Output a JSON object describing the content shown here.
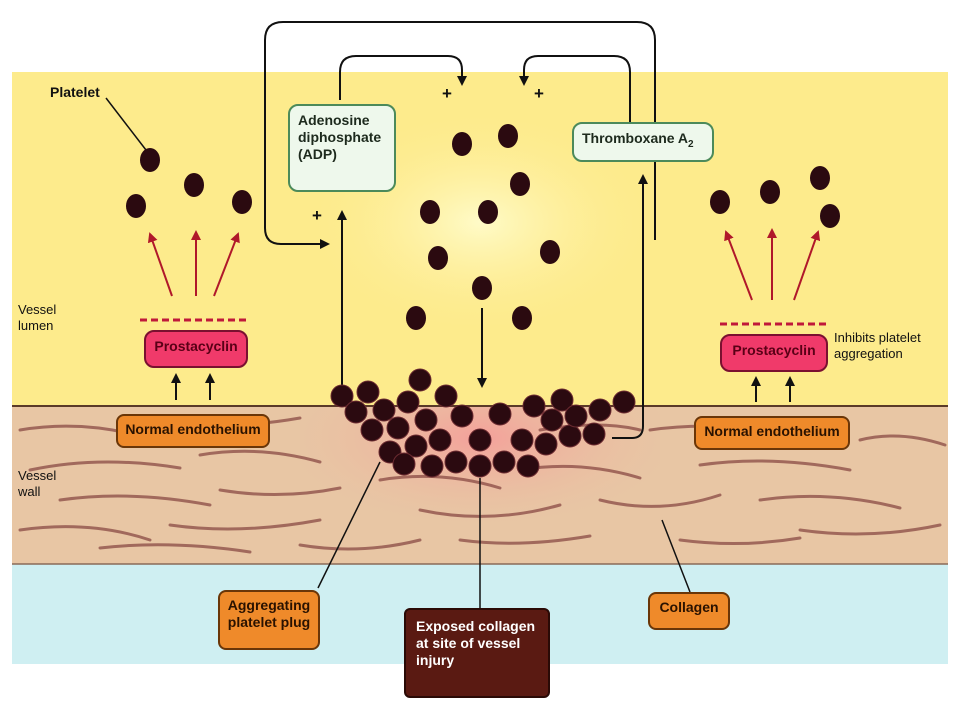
{
  "labels": {
    "platelet": "Platelet",
    "vessel_lumen": "Vessel lumen",
    "vessel_wall": "Vessel wall",
    "inhibits": "Inhibits platelet aggregation"
  },
  "boxes": {
    "adp": "Adenosine diphosphate (ADP)",
    "thromboxane": "Thromboxane A",
    "thromboxane_sub": "2",
    "prostacyclin_left": "Prostacyclin",
    "prostacyclin_right": "Prostacyclin",
    "endothelium_left": "Normal endothelium",
    "endothelium_right": "Normal endothelium",
    "plug": "Aggregating platelet plug",
    "exposed_collagen": "Exposed collagen at site of vessel injury",
    "collagen": "Collagen"
  },
  "signs": {
    "plus": "+"
  },
  "colors": {
    "lumen": "#fdeb8c",
    "lumen_center": "#fff9b8",
    "wall": "#e8c6a4",
    "base": "#cfeff2",
    "platelet": "#2b0a10",
    "red_arrow": "#b0182a"
  }
}
